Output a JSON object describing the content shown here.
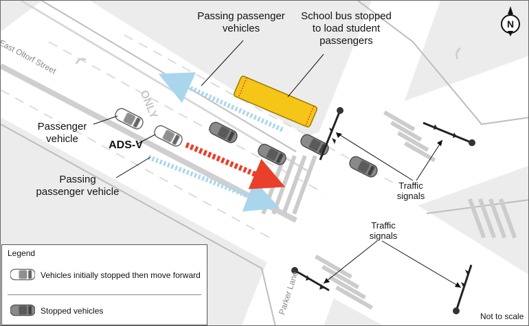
{
  "labels": {
    "passing_top": "Passing passenger\nvehicles",
    "bus": "School bus stopped\nto load student\npassengers",
    "passenger_vehicle": "Passenger\nvehicle",
    "adsv": "ADS-V",
    "passing_left": "Passing\npassenger vehicle",
    "signals_right": "Traffic\nsignals",
    "signals_bottom": "Traffic\nsignals"
  },
  "streets": {
    "main": "East Oltorf Street",
    "side": "Parker Lane",
    "lane_marking": "ONLY"
  },
  "legend": {
    "title": "Legend",
    "moving": "Vehicles initially stopped then move forward",
    "stopped": "Stopped vehicles"
  },
  "compass": "N",
  "scale_note": "Not to scale",
  "colors": {
    "bus": "#f5c518",
    "adsv_path": "#e8402a",
    "passing_path": "#a9d6ec",
    "stopped_vehicle": "#8a8a8a",
    "moving_vehicle": "#ffffff",
    "road": "#ffffff",
    "ground": "#ececec"
  }
}
